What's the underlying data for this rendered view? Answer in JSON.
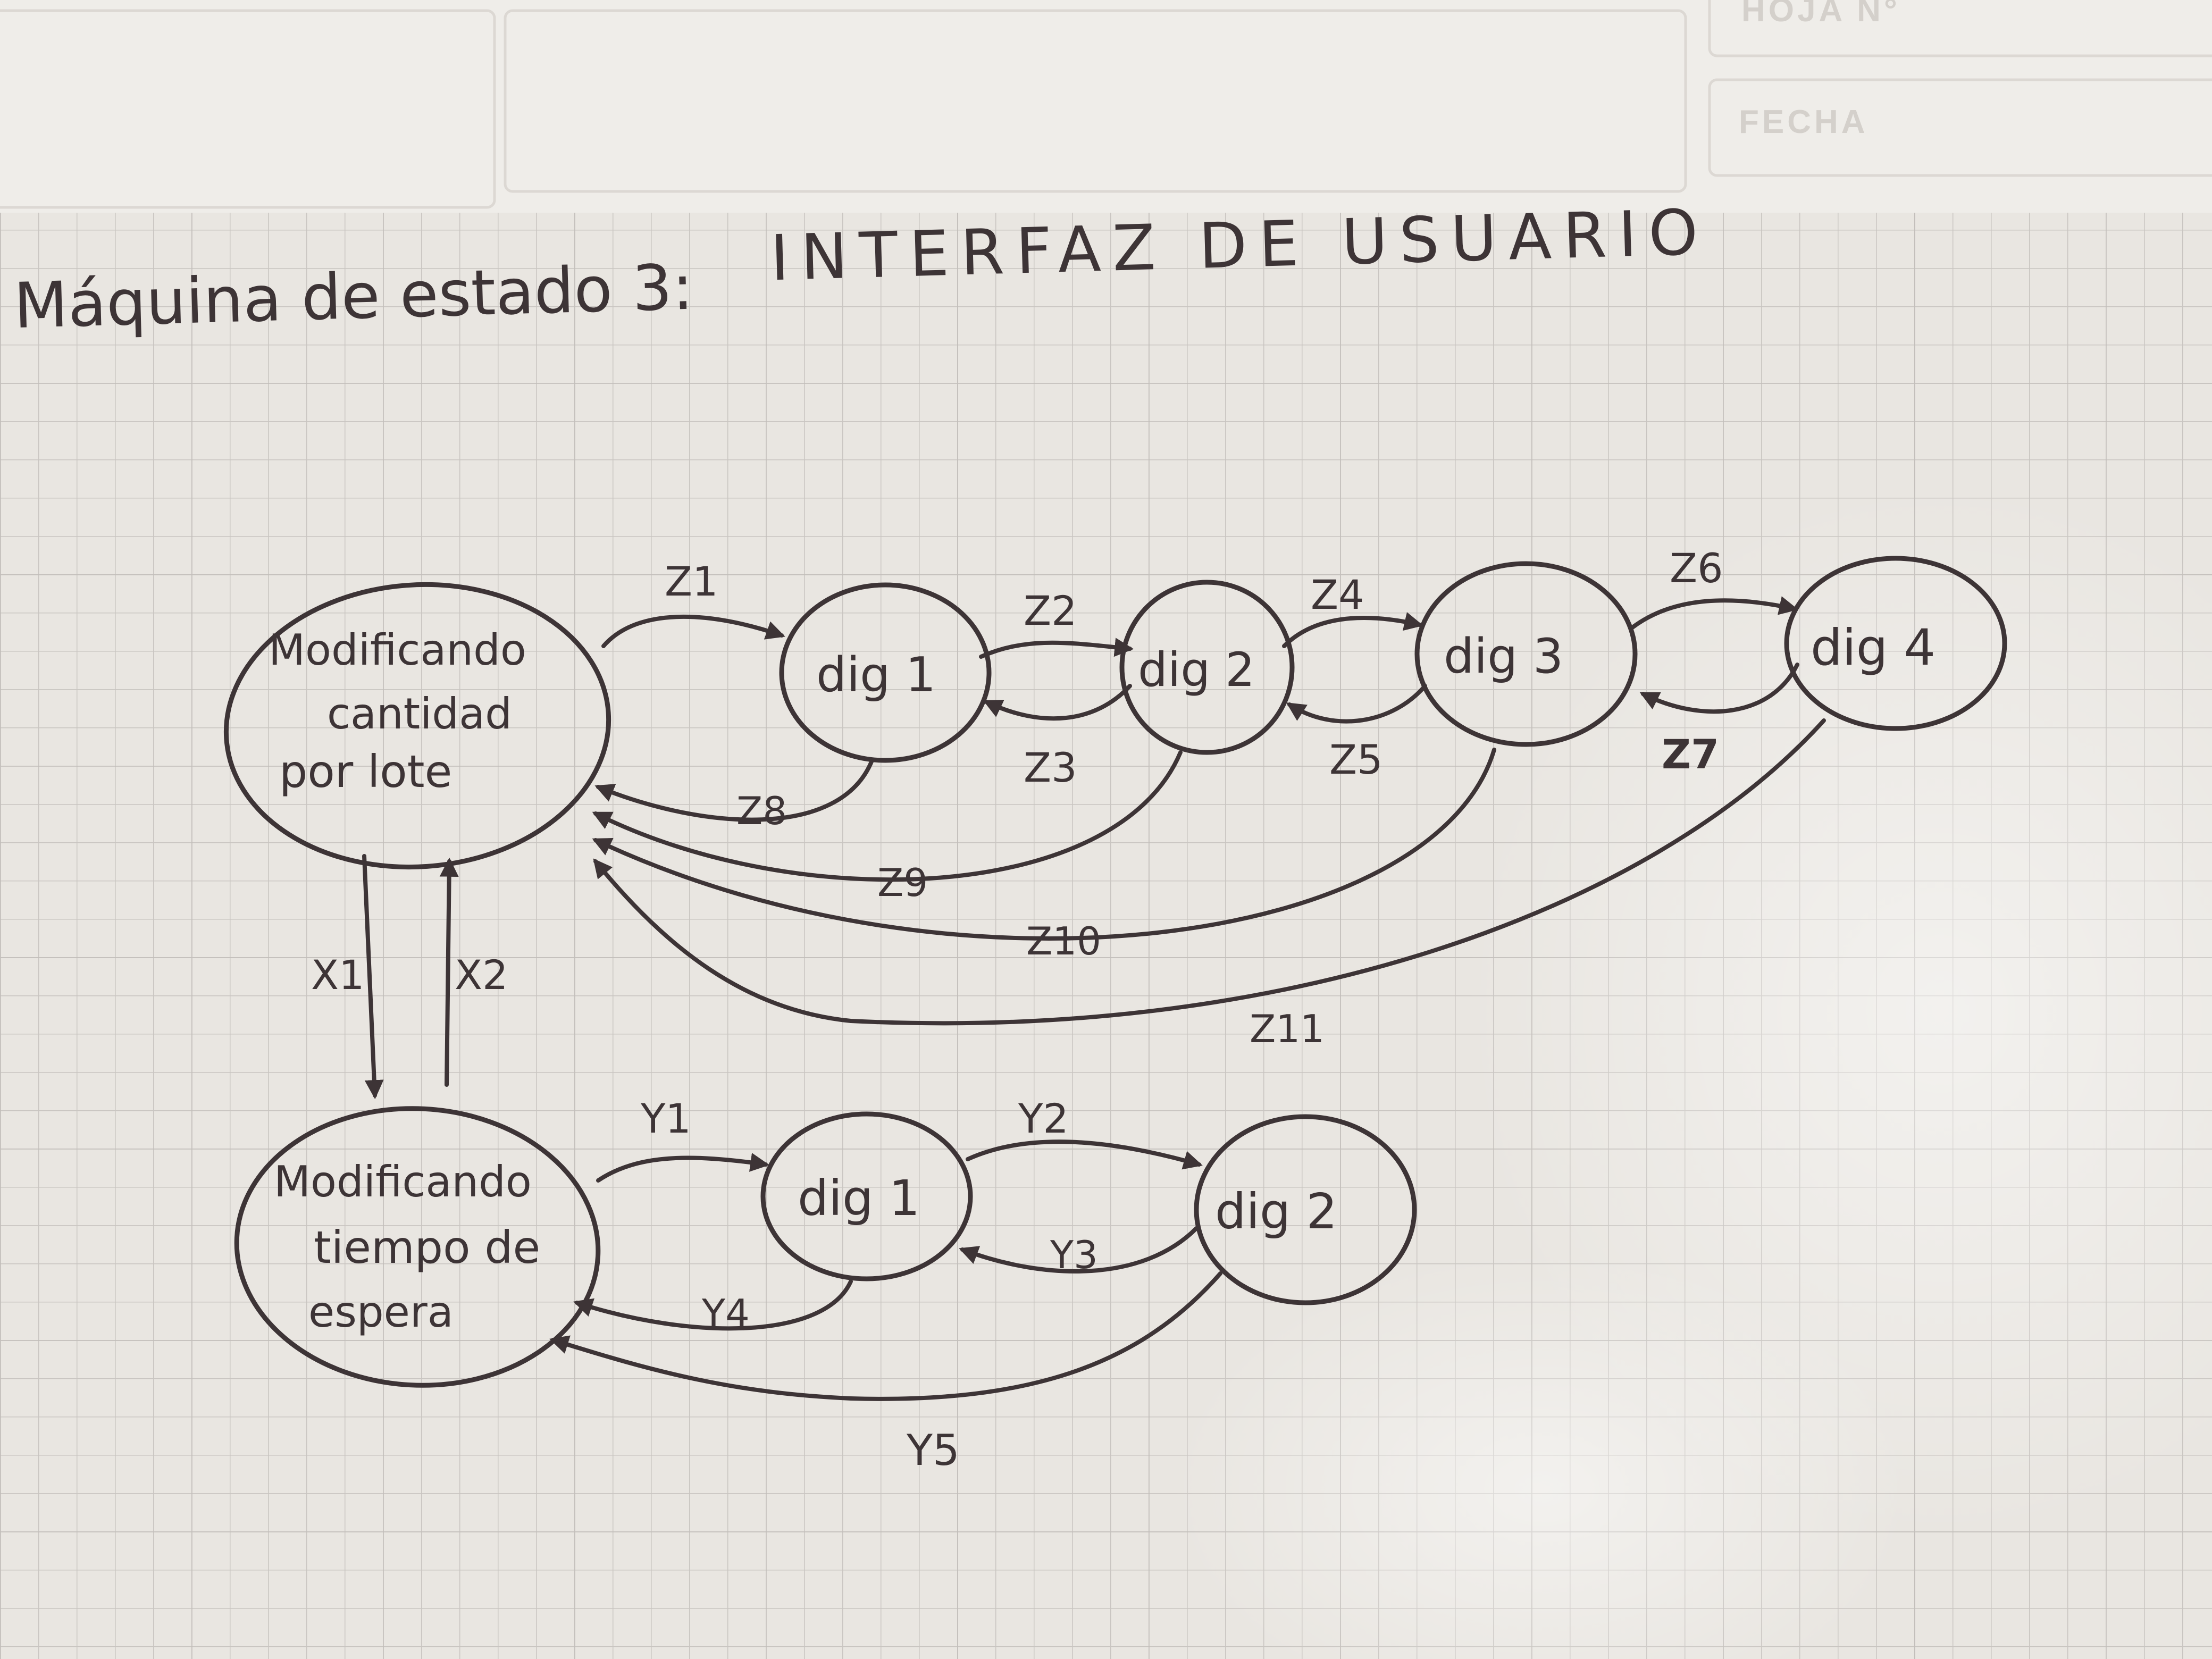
{
  "form_header": {
    "sheet_label": "HOJA N°",
    "date_label": "FECHA"
  },
  "title": {
    "prefix": "Máquina de estado 3:",
    "main": "INTERFAZ DE USUARIO"
  },
  "states": {
    "cantidad": "Modificando cantidad por lote",
    "cantidad_lines": [
      "Modificando",
      "cantidad",
      "por lote"
    ],
    "tiempo": "Modificando tiempo de espera",
    "tiempo_lines": [
      "Modificando",
      "tiempo de",
      "espera"
    ],
    "z_digits": [
      "dig 1",
      "dig 2",
      "dig 3",
      "dig 4"
    ],
    "y_digits": [
      "dig 1",
      "dig 2"
    ]
  },
  "transitions": {
    "z1": "Z1",
    "z2": "Z2",
    "z3": "Z3",
    "z4": "Z4",
    "z5": "Z5",
    "z6": "Z6",
    "z7": "Z7",
    "z8": "Z8",
    "z9": "Z9",
    "z10": "Z10",
    "z11": "Z11",
    "x1": "X1",
    "x2": "X2",
    "y1": "Y1",
    "y2": "Y2",
    "y3": "Y3",
    "y4": "Y4",
    "y5": "Y5"
  }
}
